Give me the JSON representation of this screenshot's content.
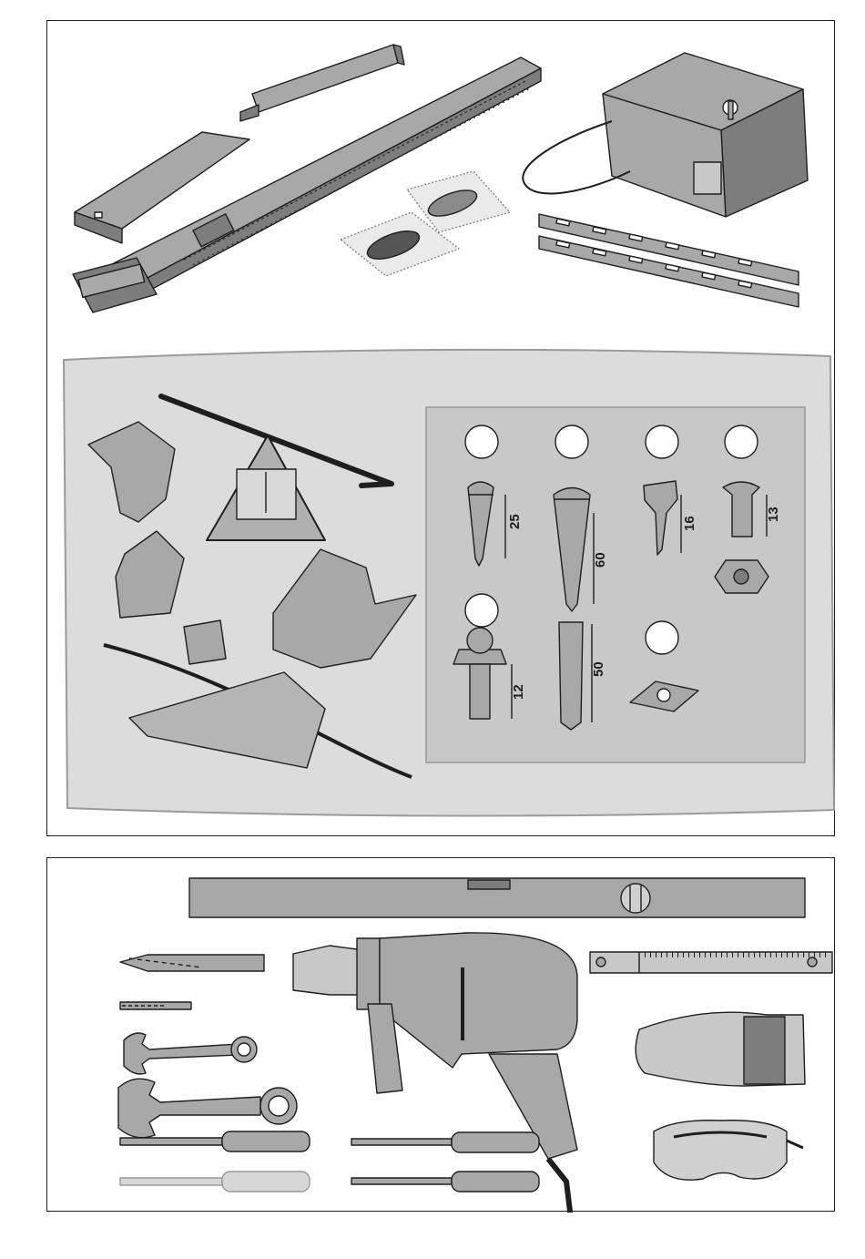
{
  "colors": {
    "outline": "#1e1e1e",
    "part": "#a8a8a8",
    "part_dark": "#7d7d7d",
    "bag": "#dcdcdc",
    "inner_bag": "#c8c8c8"
  },
  "parts_panel": {
    "icons": [
      "rail-assembly",
      "rail-end-piece",
      "rail-joint-sleeve",
      "operator-motor-unit",
      "power-cable",
      "handheld-transmitter",
      "perforated-mounting-strap",
      "hardware-bag",
      "door-bracket",
      "emergency-release-rod",
      "warning-label",
      "lintel-bracket",
      "pull-cord",
      "swing-arm-bracket"
    ],
    "fasteners": [
      {
        "kind": "wood-screw",
        "dimension": "25"
      },
      {
        "kind": "wood-screw",
        "dimension": "60"
      },
      {
        "kind": "self-tapping-screw",
        "dimension": "16"
      },
      {
        "kind": "bolt",
        "dimension": "13"
      },
      {
        "kind": "hex-bolt",
        "dimension": "12"
      },
      {
        "kind": "wall-plug",
        "dimension": "50"
      },
      {
        "kind": "square-nut",
        "dimension": ""
      },
      {
        "kind": "flange-nut",
        "dimension": ""
      }
    ]
  },
  "tools_panel": {
    "icons": [
      "spirit-level",
      "masonry-drill-bit",
      "metal-drill-bit",
      "open-end-wrench",
      "drill",
      "folding-ruler",
      "work-gloves",
      "safety-goggles",
      "torx-screwdriver",
      "flat-screwdriver",
      "phillips-screwdriver"
    ]
  }
}
